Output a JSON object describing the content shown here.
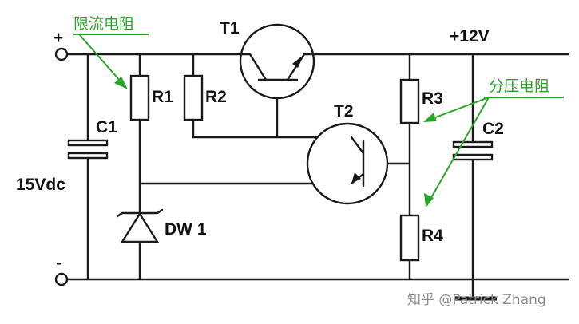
{
  "labels": {
    "plus": "+",
    "minus": "-",
    "supply": "15Vdc",
    "output": "+12V",
    "r1": "R1",
    "r2": "R2",
    "r3": "R3",
    "r4": "R4",
    "c1": "C1",
    "c2": "C2",
    "t1": "T1",
    "t2": "T2",
    "dw1": "DW 1"
  },
  "annotations": {
    "current_limit": "限流电阻",
    "voltage_divider": "分压电阻"
  },
  "watermark": "知乎 @Patrick Zhang",
  "colors": {
    "annotation": "#2aa52a",
    "line": "#1a1a1a"
  }
}
